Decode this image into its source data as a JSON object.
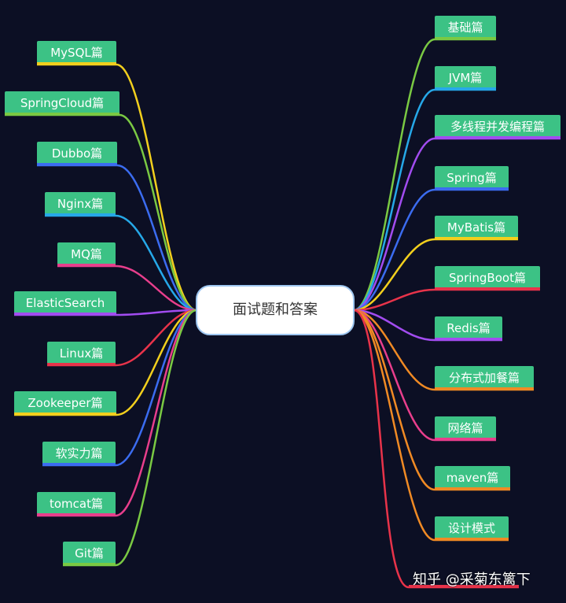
{
  "center": {
    "label": "面试题和答案"
  },
  "left_branches": [
    {
      "label": "MySQL篇",
      "color": "#f2cf1d"
    },
    {
      "label": "SpringCloud篇",
      "color": "#7ac943"
    },
    {
      "label": "Dubbo篇",
      "color": "#3b6cf0"
    },
    {
      "label": "Nginx篇",
      "color": "#26a8e8"
    },
    {
      "label": "MQ篇",
      "color": "#e83e8c"
    },
    {
      "label": "ElasticSearch",
      "color": "#a24cf0"
    },
    {
      "label": "Linux篇",
      "color": "#e8334a"
    },
    {
      "label": "Zookeeper篇",
      "color": "#f2cf1d"
    },
    {
      "label": "软实力篇",
      "color": "#3b6cf0"
    },
    {
      "label": "tomcat篇",
      "color": "#e83e8c"
    },
    {
      "label": "Git篇",
      "color": "#7ac943"
    }
  ],
  "right_branches": [
    {
      "label": "基础篇",
      "color": "#7ac943"
    },
    {
      "label": "JVM篇",
      "color": "#26a8e8"
    },
    {
      "label": "多线程并发编程篇",
      "color": "#a24cf0"
    },
    {
      "label": "Spring篇",
      "color": "#3b6cf0"
    },
    {
      "label": "MyBatis篇",
      "color": "#f2cf1d"
    },
    {
      "label": "SpringBoot篇",
      "color": "#e8334a"
    },
    {
      "label": "Redis篇",
      "color": "#a24cf0"
    },
    {
      "label": "分布式加餐篇",
      "color": "#f08a24"
    },
    {
      "label": "网络篇",
      "color": "#e83e8c"
    },
    {
      "label": "maven篇",
      "color": "#f08a24"
    },
    {
      "label": "设计模式",
      "color": "#f08a24"
    },
    {
      "label": "",
      "color": "#e8334a"
    }
  ],
  "watermark": "知乎 @采菊东篱下"
}
